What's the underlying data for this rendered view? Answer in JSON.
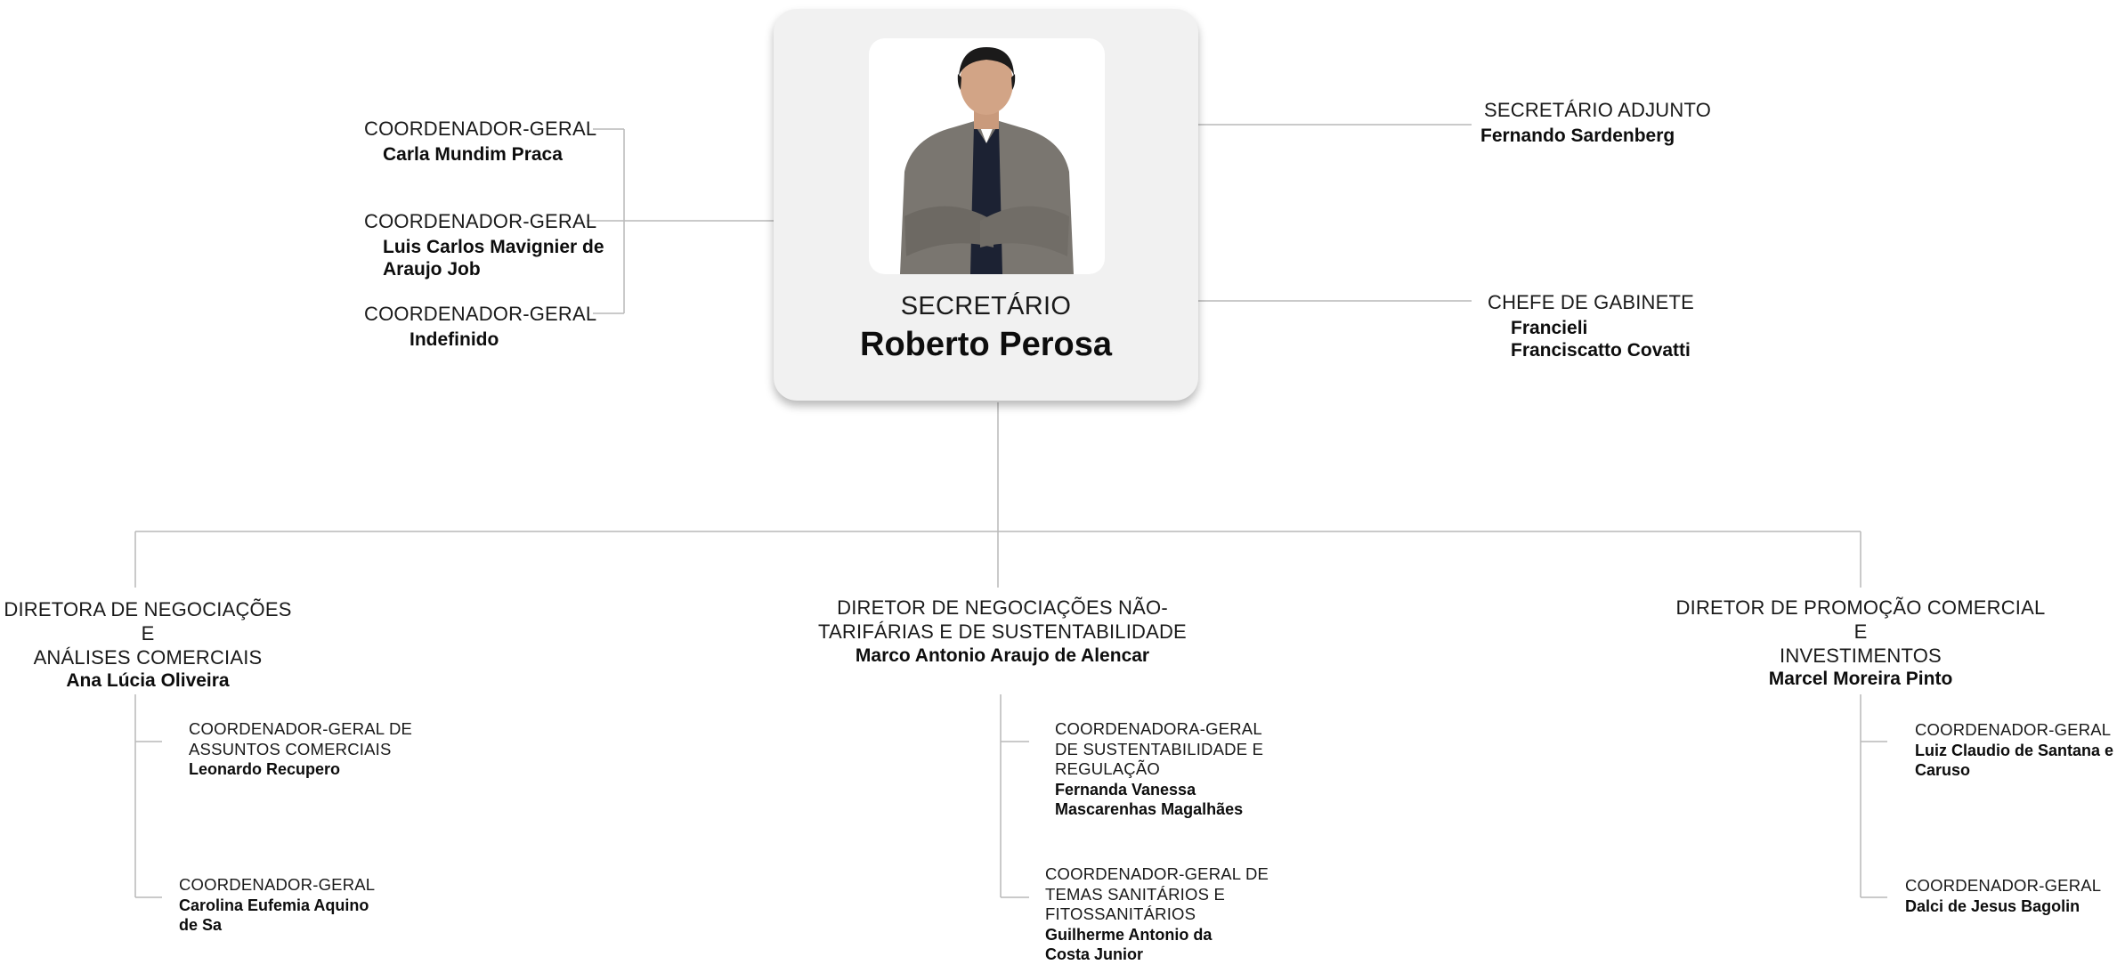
{
  "secretary": {
    "role": "SECRETÁRIO",
    "name": "Roberto Perosa"
  },
  "left_coordinators": [
    {
      "role": "COORDENADOR-GERAL",
      "name": "Carla Mundim Praca"
    },
    {
      "role": "COORDENADOR-GERAL",
      "name": "Luis Carlos Mavignier de Araujo Job"
    },
    {
      "role": "COORDENADOR-GERAL",
      "name": "Indefinido"
    }
  ],
  "deputy": {
    "role": "SECRETÁRIO ADJUNTO",
    "name": "Fernando Sardenberg"
  },
  "chief_of_staff": {
    "role": "CHEFE DE GABINETE",
    "name_line1": "Francieli",
    "name_line2": "Franciscatto Covatti"
  },
  "directors": [
    {
      "role_line1": "DIRETORA DE NEGOCIAÇÕES E",
      "role_line2": "ANÁLISES COMERCIAIS",
      "name": "Ana Lúcia Oliveira",
      "coordinators": [
        {
          "role_line1": "COORDENADOR-GERAL DE",
          "role_line2": "ASSUNTOS COMERCIAIS",
          "name": "Leonardo Recupero"
        },
        {
          "role_line1": "COORDENADOR-GERAL",
          "name_line1": "Carolina Eufemia Aquino",
          "name_line2": "de Sa"
        }
      ]
    },
    {
      "role_line1": "DIRETOR DE NEGOCIAÇÕES NÃO-",
      "role_line2": "TARIFÁRIAS E DE SUSTENTABILIDADE",
      "name": "Marco Antonio Araujo de Alencar",
      "coordinators": [
        {
          "role_line1": "COORDENADORA-GERAL",
          "role_line2": "DE SUSTENTABILIDADE E",
          "role_line3": "REGULAÇÃO",
          "name_line1": "Fernanda Vanessa",
          "name_line2": "Mascarenhas Magalhães"
        },
        {
          "role_line1": "COORDENADOR-GERAL DE",
          "role_line2": "TEMAS SANITÁRIOS E",
          "role_line3": "FITOSSANITÁRIOS",
          "name_line1": "Guilherme Antonio da",
          "name_line2": "Costa Junior"
        }
      ]
    },
    {
      "role_line1": "DIRETOR DE PROMOÇÃO COMERCIAL E",
      "role_line2": "INVESTIMENTOS",
      "name": "Marcel Moreira Pinto",
      "coordinators": [
        {
          "role_line1": "COORDENADOR-GERAL",
          "name_line1": "Luiz Claudio de Santana e",
          "name_line2": "Caruso"
        },
        {
          "role_line1": "COORDENADOR-GERAL",
          "name_line1": "Dalci de Jesus Bagolin"
        }
      ]
    }
  ]
}
